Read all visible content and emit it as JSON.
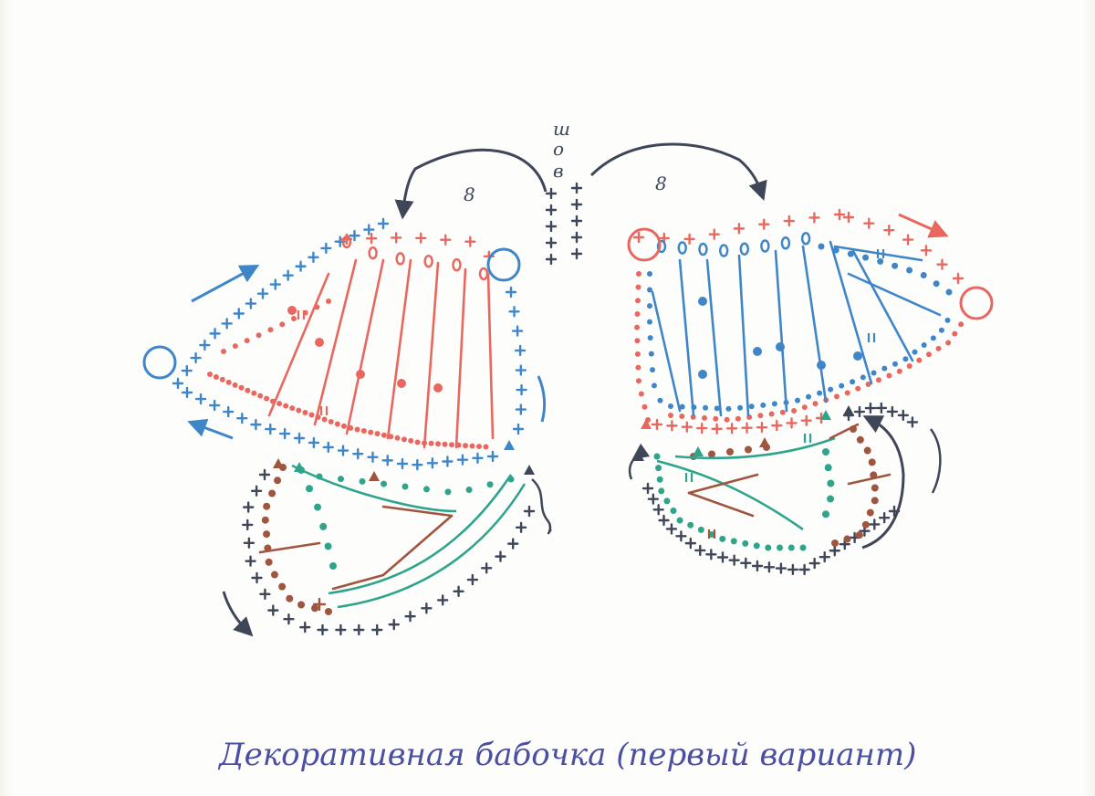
{
  "seam": {
    "label_letters": [
      "ш",
      "о",
      "в"
    ]
  },
  "arcs": {
    "left_label": "8",
    "right_label": "8"
  },
  "caption": "Декоративная бабочка (первый вариант)",
  "colors": {
    "red": "#e8685f",
    "blue": "#3f86c9",
    "navy": "#3e4658",
    "green": "#2ea58a",
    "brown": "#a0553f",
    "caption_ink": "#4b4fa2"
  }
}
